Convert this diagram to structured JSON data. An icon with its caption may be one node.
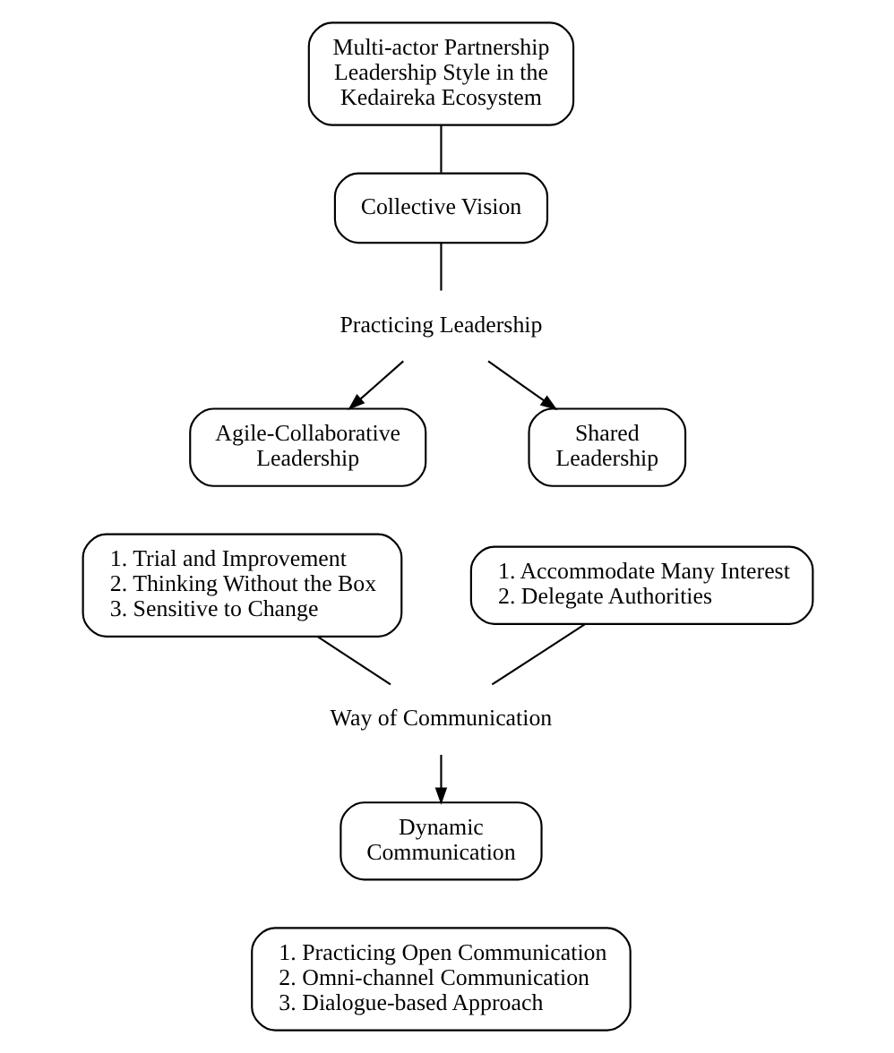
{
  "diagram": {
    "nodes": [
      {
        "text": [
          "Multi-actor Partnership Leadership Style in the Kedaireka Ecosystem"
        ]
      },
      {
        "text": [
          "Collective Vision"
        ]
      },
      {
        "text": [
          "Practicing Leadership"
        ]
      },
      {
        "text": [
          "Agile-Collaborative Leadership"
        ]
      },
      {
        "text": [
          "Shared Leadership"
        ]
      },
      {
        "text": [
          "1. Trial and Improvement",
          "2. Thinking Without the Box",
          "3. Sensitive to Change"
        ]
      },
      {
        "text": [
          "1. Accommodate Many Interest",
          "2. Delegate Authorities"
        ]
      },
      {
        "text": [
          "Way of Communication"
        ]
      },
      {
        "text": [
          "Dynamic Communication"
        ]
      },
      {
        "text": [
          "1. Practicing Open Communication",
          "2. Omni-channel Communication",
          "3. Dialogue-based Approach"
        ]
      }
    ],
    "edges": [
      {
        "from": 0,
        "to": 1,
        "arrow": "none"
      },
      {
        "from": 1,
        "to": 2,
        "arrow": "none"
      },
      {
        "from": 2,
        "to": 3,
        "arrow": "to"
      },
      {
        "from": 2,
        "to": 4,
        "arrow": "to"
      },
      {
        "from": 5,
        "to": 7,
        "arrow": "none"
      },
      {
        "from": 6,
        "to": 7,
        "arrow": "none"
      },
      {
        "from": 7,
        "to": 8,
        "arrow": "to"
      }
    ]
  }
}
